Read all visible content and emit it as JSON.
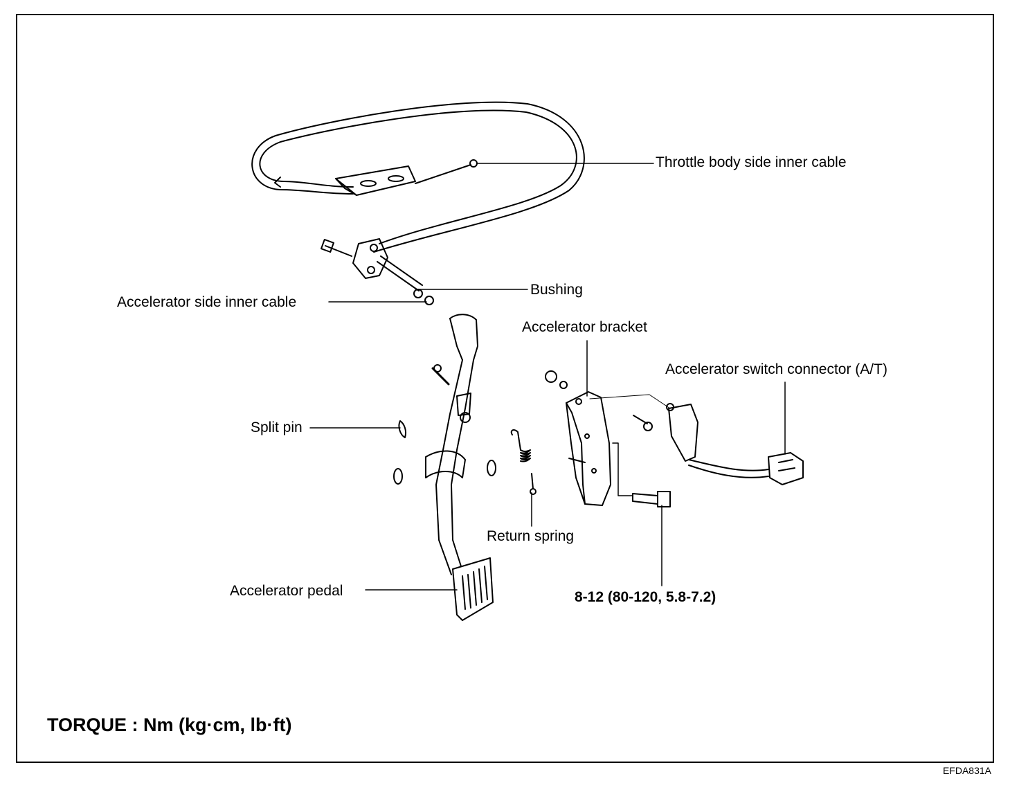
{
  "labels": {
    "throttle_cable": "Throttle body side inner cable",
    "bushing": "Bushing",
    "accel_side_cable": "Accelerator side inner cable",
    "accel_bracket": "Accelerator bracket",
    "switch_connector": "Accelerator switch connector (A/T)",
    "split_pin": "Split pin",
    "return_spring": "Return spring",
    "accel_pedal": "Accelerator pedal",
    "torque_value": "8-12 (80-120, 5.8-7.2)"
  },
  "torque_note": "TORQUE : Nm (kg·cm, lb·ft)",
  "figure_code": "EFDA831A"
}
